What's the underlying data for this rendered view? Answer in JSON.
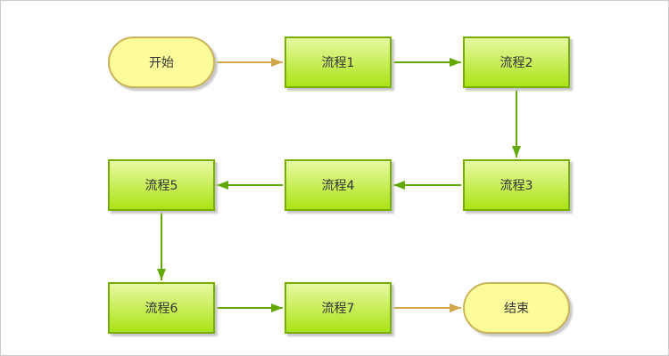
{
  "diagram": {
    "type": "flowchart",
    "nodes": [
      {
        "id": "start",
        "label": "开始",
        "shape": "rounded-terminal",
        "row": 1,
        "col": 1
      },
      {
        "id": "process-1",
        "label": "流程1",
        "shape": "process-rect",
        "row": 1,
        "col": 2
      },
      {
        "id": "process-2",
        "label": "流程2",
        "shape": "process-rect",
        "row": 1,
        "col": 3
      },
      {
        "id": "process-3",
        "label": "流程3",
        "shape": "process-rect",
        "row": 2,
        "col": 3
      },
      {
        "id": "process-4",
        "label": "流程4",
        "shape": "process-rect",
        "row": 2,
        "col": 2
      },
      {
        "id": "process-5",
        "label": "流程5",
        "shape": "process-rect",
        "row": 2,
        "col": 1
      },
      {
        "id": "process-6",
        "label": "流程6",
        "shape": "process-rect",
        "row": 3,
        "col": 1
      },
      {
        "id": "process-7",
        "label": "流程7",
        "shape": "process-rect",
        "row": 3,
        "col": 2
      },
      {
        "id": "end",
        "label": "结束",
        "shape": "rounded-terminal",
        "row": 3,
        "col": 3
      }
    ],
    "edges": [
      {
        "from": "start",
        "to": "process-1",
        "color": "tan",
        "direction": "right"
      },
      {
        "from": "process-1",
        "to": "process-2",
        "color": "green",
        "direction": "right"
      },
      {
        "from": "process-2",
        "to": "process-3",
        "color": "green",
        "direction": "down"
      },
      {
        "from": "process-3",
        "to": "process-4",
        "color": "green",
        "direction": "left"
      },
      {
        "from": "process-4",
        "to": "process-5",
        "color": "green",
        "direction": "left"
      },
      {
        "from": "process-5",
        "to": "process-6",
        "color": "green",
        "direction": "down"
      },
      {
        "from": "process-6",
        "to": "process-7",
        "color": "green",
        "direction": "right"
      },
      {
        "from": "process-7",
        "to": "end",
        "color": "tan",
        "direction": "right"
      }
    ],
    "colors": {
      "process_fill_top": "#e7f9a2",
      "process_fill_bottom": "#abe315",
      "process_border": "#78ad02",
      "terminal_fill": "#fdfc9b",
      "terminal_border": "#c9b45a",
      "arrow_green": "#64a803",
      "arrow_tan": "#d2a750",
      "text_color": "#333333",
      "shadow_color": "#c8c8c8",
      "canvas_border": "#cccccc"
    }
  }
}
